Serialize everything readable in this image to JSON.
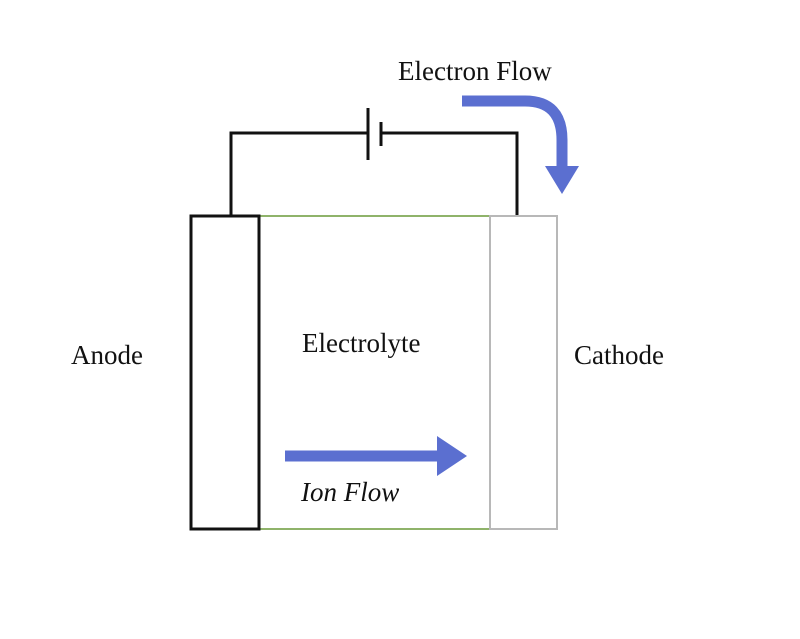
{
  "labels": {
    "electron_flow": "Electron Flow",
    "anode": "Anode",
    "electrolyte": "Electrolyte",
    "cathode": "Cathode",
    "ion_flow": "Ion Flow"
  },
  "colors": {
    "arrow": "#5b6fd0",
    "wire": "#111111",
    "anode_border": "#111111",
    "electrolyte_border": "#8fb36a",
    "cathode_border": "#b8b8b8"
  },
  "icons": {
    "battery": "battery-symbol-icon",
    "electron_arrow": "curved-arrow-down-icon",
    "ion_arrow": "arrow-right-icon"
  }
}
